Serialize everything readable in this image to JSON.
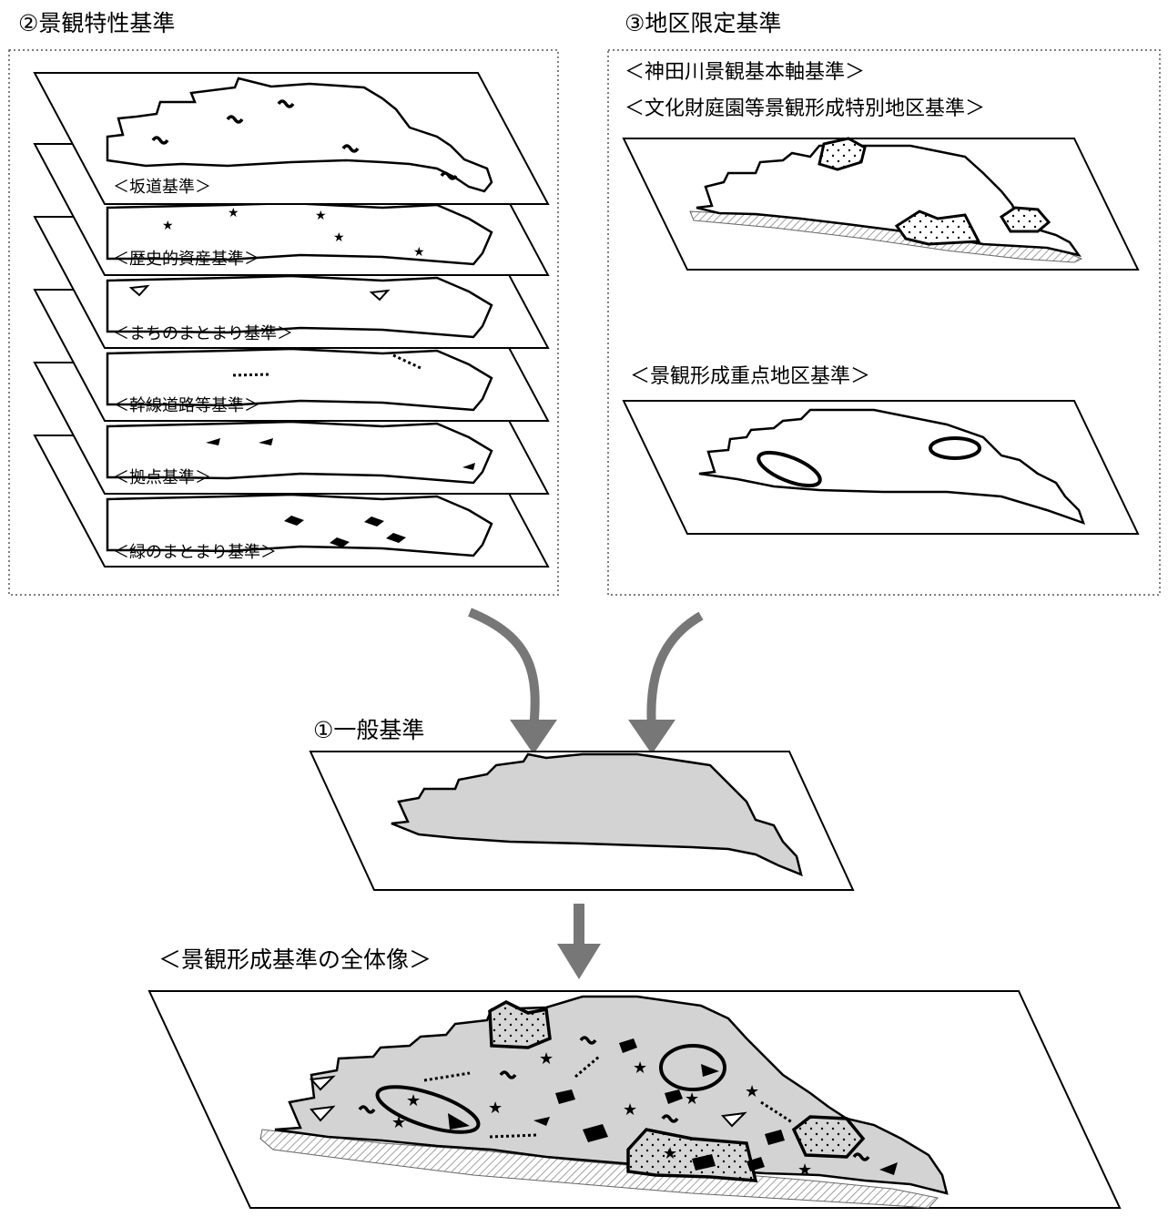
{
  "diagram": {
    "section2": {
      "title": "②景観特性基準",
      "layers": [
        {
          "label": "＜坂道基準＞",
          "symbol": "wave"
        },
        {
          "label": "＜歴史的資産基準＞",
          "symbol": "star"
        },
        {
          "label": "＜まちのまとまり基準＞",
          "symbol": "open-triangle"
        },
        {
          "label": "＜幹線道路等基準＞",
          "symbol": "dotted-line"
        },
        {
          "label": "＜拠点基準＞",
          "symbol": "filled-triangle"
        },
        {
          "label": "＜緑のまとまり基準＞",
          "symbol": "filled-diamond"
        }
      ]
    },
    "section3": {
      "title": "③地区限定基準",
      "map1_labels": [
        "＜神田川景観基本軸基準＞",
        "＜文化財庭園等景観形成特別地区基準＞"
      ],
      "map2_label": "＜景観形成重点地区基準＞"
    },
    "section1": {
      "title": "①一般基準"
    },
    "result": {
      "title": "＜景観形成基準の全体像＞"
    },
    "colors": {
      "line": "#000000",
      "box_border": "#555555",
      "arrow": "#777777",
      "general_fill": "#d3d3d3",
      "river_hatch": "#888888"
    }
  }
}
